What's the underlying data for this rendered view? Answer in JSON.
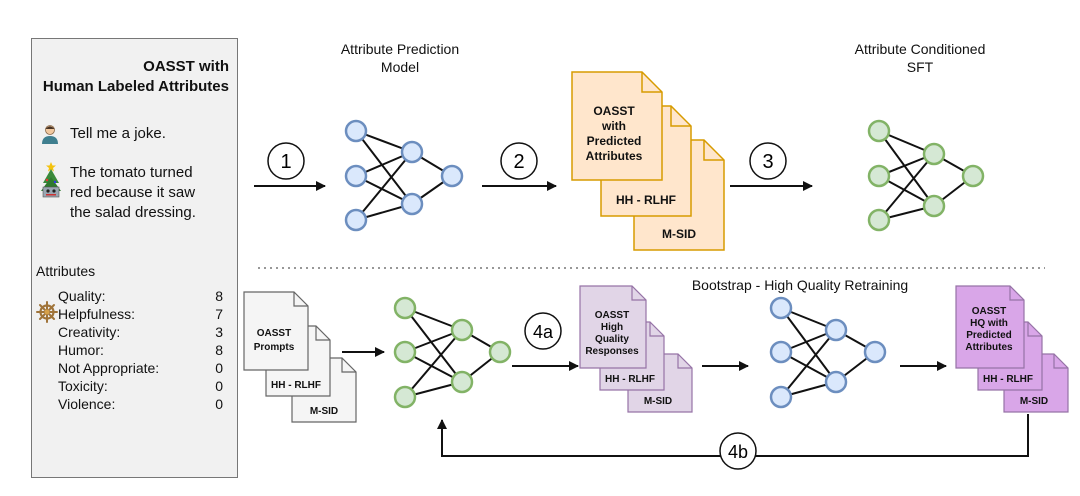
{
  "panel": {
    "title_line1": "OASST with",
    "title_line2": "Human Labeled Attributes",
    "user_message": "Tell me a joke.",
    "bot_message_line1": "The tomato turned",
    "bot_message_line2": "red because it saw",
    "bot_message_line3": "the salad dressing.",
    "attributes_heading": "Attributes",
    "attributes": [
      {
        "name": "Quality:",
        "value": "8"
      },
      {
        "name": "Helpfulness:",
        "value": "7"
      },
      {
        "name": "Creativity:",
        "value": "3"
      },
      {
        "name": "Humor:",
        "value": "8"
      },
      {
        "name": "Not Appropriate:",
        "value": "0"
      },
      {
        "name": "Toxicity:",
        "value": "0"
      },
      {
        "name": "Violence:",
        "value": "0"
      }
    ]
  },
  "captions": {
    "attr_model_line1": "Attribute Prediction",
    "attr_model_line2": "Model",
    "sft_line1": "Attribute Conditioned",
    "sft_line2": "SFT",
    "bootstrap": "Bootstrap - High Quality Retraining"
  },
  "steps": {
    "s1": "1",
    "s2": "2",
    "s3": "3",
    "s4a": "4a",
    "s4b": "4b"
  },
  "docs_top": {
    "front_line1": "OASST",
    "front_line2": "with",
    "front_line3": "Predicted",
    "front_line4": "Attributes",
    "middle": "HH - RLHF",
    "back": "M-SID"
  },
  "docs_prompts": {
    "front_line1": "OASST",
    "front_line2": "Prompts",
    "middle": "HH - RLHF",
    "back": "M-SID"
  },
  "docs_hq": {
    "front_line1": "OASST",
    "front_line2": "High",
    "front_line3": "Quality",
    "front_line4": "Responses",
    "middle": "HH - RLHF",
    "back": "M-SID"
  },
  "docs_final": {
    "front_line1": "OASST",
    "front_line2": "HQ with",
    "front_line3": "Predicted",
    "front_line4": "Attributes",
    "middle": "HH - RLHF",
    "back": "M-SID"
  },
  "colors": {
    "blue_fill": "#dae8fc",
    "blue_stroke": "#6c8ebf",
    "green_fill": "#d5e8d4",
    "green_stroke": "#82b366",
    "orange_fill": "#ffe6cc",
    "orange_stroke": "#d79b00",
    "purple_light_fill": "#e1d5e7",
    "purple_light_stroke": "#9673a6",
    "purple_fill": "#d9a6e8",
    "grey_fill": "#f5f5f5",
    "grey_stroke": "#666666"
  }
}
